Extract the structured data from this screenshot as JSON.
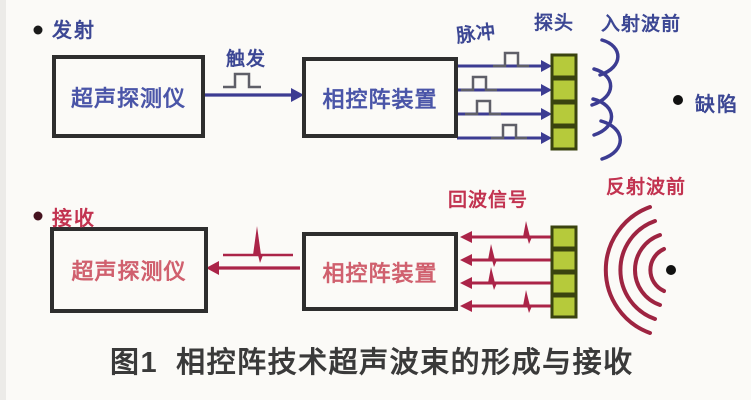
{
  "figure": {
    "caption": {
      "label": "图1",
      "title": "相控阵技术超声波束的形成与接收"
    },
    "transmit": {
      "mode_label": "发射",
      "detector_box_label": "超声探测仪",
      "trigger_label": "触发",
      "phased_array_box_label": "相控阵装置",
      "pulse_label": "脉冲",
      "probe_label": "探头",
      "incident_wavefront_label": "入射波前",
      "defect_label": "缺陷"
    },
    "receive": {
      "mode_label": "接收",
      "detector_box_label": "超声探测仪",
      "phased_array_box_label": "相控阵装置",
      "echo_signal_label": "回波信号",
      "reflected_wavefront_label": "反射波前"
    },
    "colors": {
      "transmit_accent": "#3c3c92",
      "receive_accent": "#ab2448",
      "probe_element_fill": "#b6ca3b",
      "probe_element_border": "#3a430f",
      "box_border": "#2e2e2e",
      "caption_text": "#3a3a3a"
    }
  }
}
